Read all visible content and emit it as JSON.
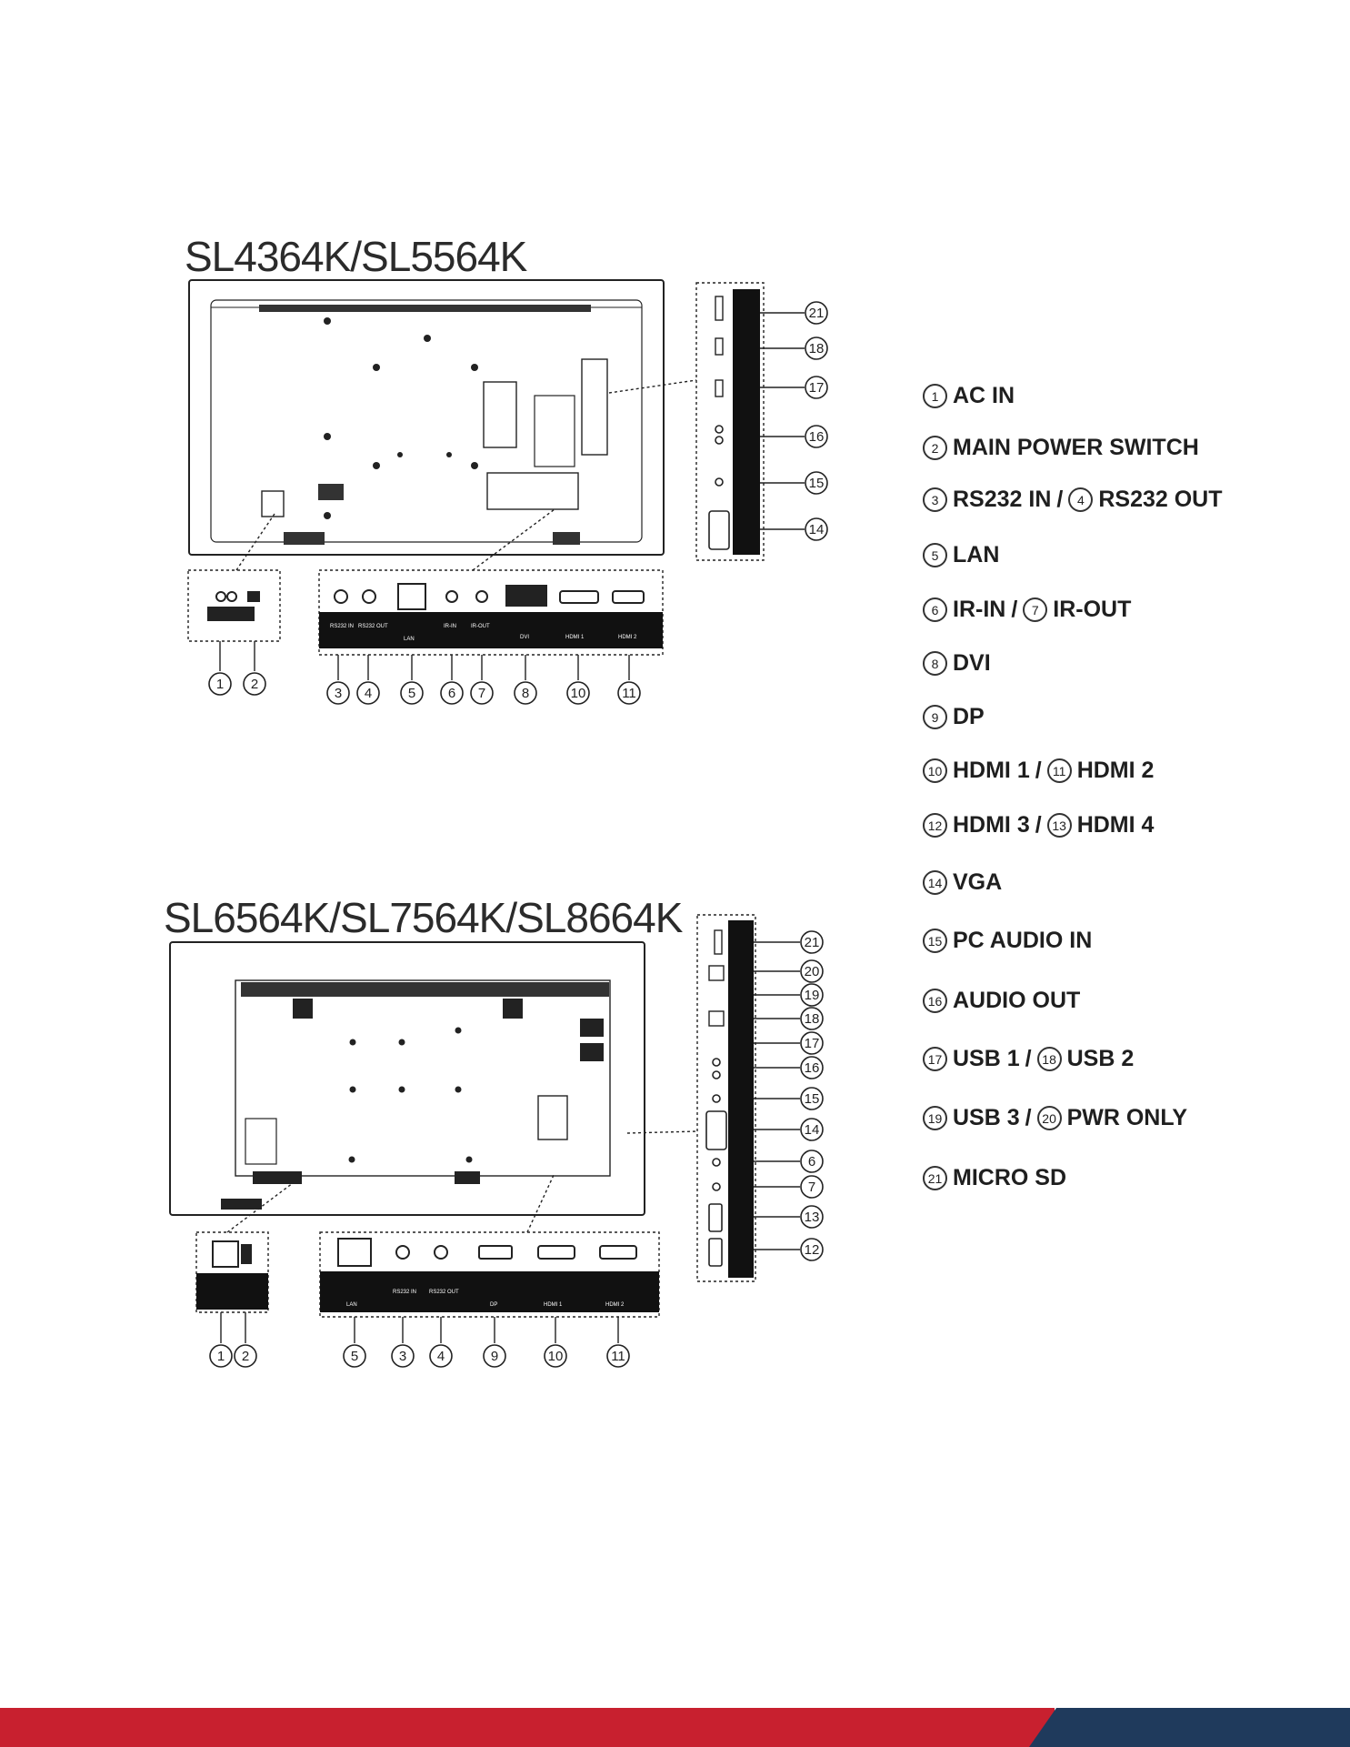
{
  "models": {
    "top": "SL4364K/SL5564K",
    "bottom": "SL6564K/SL7564K/SL8664K"
  },
  "top_callouts": {
    "bottom_row": [
      "1",
      "2",
      "3",
      "4",
      "5",
      "6",
      "7",
      "8",
      "10",
      "11"
    ],
    "side": [
      "21",
      "18",
      "17",
      "16",
      "15",
      "14"
    ]
  },
  "bottom_callouts": {
    "bottom_row": [
      "1",
      "2",
      "5",
      "3",
      "4",
      "9",
      "10",
      "11"
    ],
    "side": [
      "21",
      "20",
      "19",
      "18",
      "17",
      "16",
      "15",
      "14",
      "6",
      "7",
      "13",
      "12"
    ]
  },
  "port_labels": {
    "top": [
      "RS232 IN",
      "RS232 OUT",
      "LAN",
      "IR-IN",
      "IR-OUT",
      "DVI",
      "HDMI 1",
      "HDMI 2"
    ],
    "bottom": [
      "LAN",
      "RS232 IN",
      "RS232 OUT",
      "DP",
      "HDMI 1",
      "HDMI 2"
    ]
  },
  "legend": [
    {
      "items": [
        {
          "num": "1",
          "label": "AC IN"
        }
      ]
    },
    {
      "items": [
        {
          "num": "2",
          "label": "MAIN POWER SWITCH"
        }
      ]
    },
    {
      "items": [
        {
          "num": "3",
          "label": "RS232 IN"
        },
        {
          "num": "4",
          "label": "RS232 OUT"
        }
      ]
    },
    {
      "items": [
        {
          "num": "5",
          "label": "LAN"
        }
      ]
    },
    {
      "items": [
        {
          "num": "6",
          "label": "IR-IN"
        },
        {
          "num": "7",
          "label": "IR-OUT"
        }
      ]
    },
    {
      "items": [
        {
          "num": "8",
          "label": "DVI"
        }
      ]
    },
    {
      "items": [
        {
          "num": "9",
          "label": "DP"
        }
      ]
    },
    {
      "items": [
        {
          "num": "10",
          "label": "HDMI 1"
        },
        {
          "num": "11",
          "label": "HDMI 2"
        }
      ]
    },
    {
      "items": [
        {
          "num": "12",
          "label": "HDMI 3"
        },
        {
          "num": "13",
          "label": "HDMI 4"
        }
      ]
    },
    {
      "items": [
        {
          "num": "14",
          "label": "VGA"
        }
      ]
    },
    {
      "items": [
        {
          "num": "15",
          "label": "PC AUDIO IN"
        }
      ]
    },
    {
      "items": [
        {
          "num": "16",
          "label": "AUDIO OUT"
        }
      ]
    },
    {
      "items": [
        {
          "num": "17",
          "label": "USB 1"
        },
        {
          "num": "18",
          "label": "USB 2"
        }
      ]
    },
    {
      "items": [
        {
          "num": "19",
          "label": "USB 3"
        },
        {
          "num": "20",
          "label": "PWR ONLY"
        }
      ]
    },
    {
      "items": [
        {
          "num": "21",
          "label": "MICRO SD"
        }
      ]
    }
  ],
  "legend_separator": "/",
  "colors": {
    "footer_red": "#c8202f",
    "footer_navy": "#1f3a5c",
    "line": "#222222"
  }
}
